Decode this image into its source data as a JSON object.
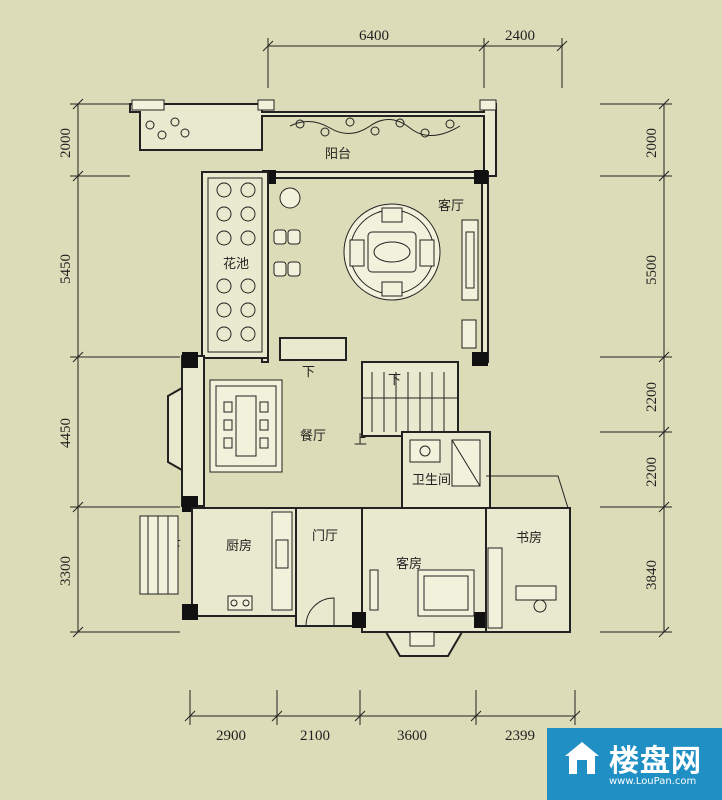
{
  "dimensions": {
    "top": [
      "6400",
      "2400"
    ],
    "bottom": [
      "2900",
      "2100",
      "3600",
      "2399"
    ],
    "left": [
      "2000",
      "5450",
      "4450",
      "3300"
    ],
    "right": [
      "2000",
      "5500",
      "2200",
      "2200",
      "3840"
    ]
  },
  "rooms": {
    "balcony": "阳台",
    "living_room": "客厅",
    "flower_bed": "花池",
    "dining_room": "餐厅",
    "bathroom": "卫生间",
    "kitchen": "厨房",
    "foyer": "门厅",
    "guest_room": "客房",
    "study": "书房"
  },
  "stair_marks": {
    "down_1": "下",
    "down_2": "下",
    "down_3": "下",
    "up": "上"
  },
  "watermark": {
    "name": "楼盘网",
    "url": "www.LouPan.com",
    "color": "#1f8fc4"
  }
}
